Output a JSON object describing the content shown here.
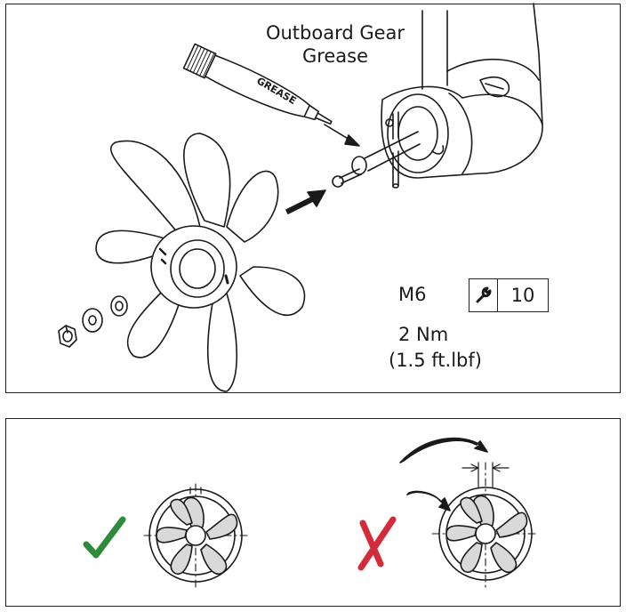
{
  "callout": {
    "grease_line1": "Outboard Gear",
    "grease_line2": "Grease",
    "tube_text": "GREASE"
  },
  "fastener": {
    "thread": "M6",
    "wrench_size": "10",
    "torque_nm": "2 Nm",
    "torque_ftlbf": "(1.5 ft.lbf)"
  },
  "icons": {
    "correct": "check-mark-icon",
    "incorrect": "cross-mark-icon",
    "tool": "wrench-icon"
  },
  "colors": {
    "correct": "#2e8b3a",
    "incorrect": "#d42b3a",
    "blade_fill": "#d9d9d9",
    "line": "#1a1a1a"
  }
}
